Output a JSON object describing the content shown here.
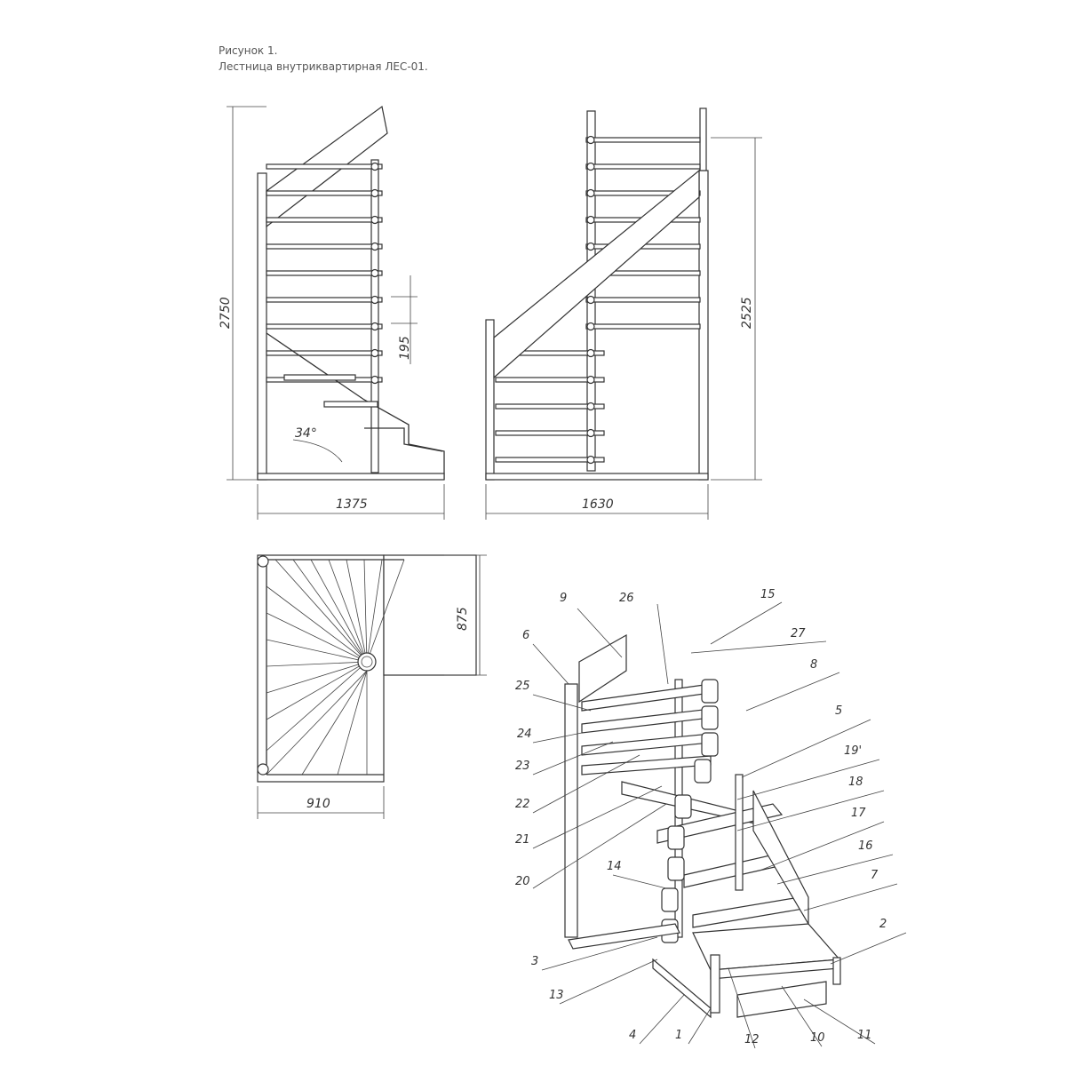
{
  "caption": {
    "figure": "Рисунок 1.",
    "title": "Лестница внутриквартирная ЛЕС-01."
  },
  "side_view": {
    "height": "2750",
    "step": "195",
    "angle": "34°",
    "width": "1375"
  },
  "front_view": {
    "height": "2525",
    "width": "1630"
  },
  "plan_view": {
    "depth": "875",
    "width": "910"
  },
  "parts": {
    "p1": "1",
    "p2": "2",
    "p3": "3",
    "p4": "4",
    "p5": "5",
    "p6": "6",
    "p7": "7",
    "p8": "8",
    "p9": "9",
    "p10": "10",
    "p11": "11",
    "p12": "12",
    "p13": "13",
    "p14": "14",
    "p15": "15",
    "p16": "16",
    "p17": "17",
    "p18": "18",
    "p19": "19'",
    "p20": "20",
    "p21": "21",
    "p22": "22",
    "p23": "23",
    "p24": "24",
    "p25": "25",
    "p26": "26",
    "p27": "27"
  }
}
